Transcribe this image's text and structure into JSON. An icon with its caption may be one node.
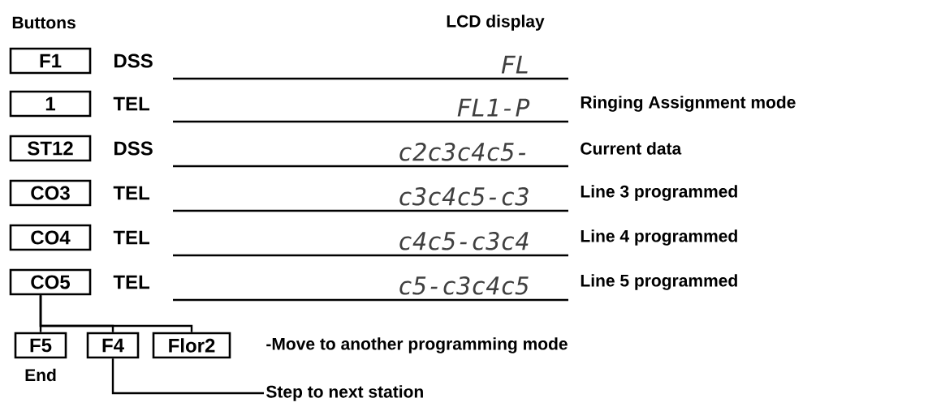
{
  "diagram": {
    "nodes": [
      {
        "text": [
          "F1"
        ]
      },
      {
        "text": [
          "1"
        ]
      },
      {
        "text": [
          "ST12"
        ]
      },
      {
        "text": [
          "CO3"
        ]
      },
      {
        "text": [
          "CO4"
        ]
      },
      {
        "text": [
          "CO5"
        ]
      },
      {
        "text": [
          "F5"
        ],
        "beside": [
          "End"
        ]
      },
      {
        "text": [
          "F4"
        ]
      },
      {
        "text": [
          "Flor2"
        ]
      },
      {
        "text": [
          "Step to next station"
        ]
      }
    ],
    "edges": [
      {
        "from": 5,
        "to": 6,
        "arrow": "none"
      },
      {
        "from": 5,
        "to": 7,
        "arrow": "none"
      },
      {
        "from": 5,
        "to": 8,
        "arrow": "none"
      },
      {
        "from": 7,
        "to": 9,
        "arrow": "none"
      }
    ],
    "labels": [
      "Buttons",
      "LCD display",
      "DSS",
      "FL",
      "TEL",
      "FL1-P",
      "Ringing Assignment mode",
      "DSS",
      "c2c3c4c5-",
      "Current data",
      "TEL",
      "c3c4c5-c3",
      "Line 3 programmed",
      "TEL",
      "c4c5-c3c4",
      "Line 4 programmed",
      "TEL",
      "c5-c3c4c5",
      "Line 5 programmed",
      "-Move to another programming mode"
    ]
  }
}
